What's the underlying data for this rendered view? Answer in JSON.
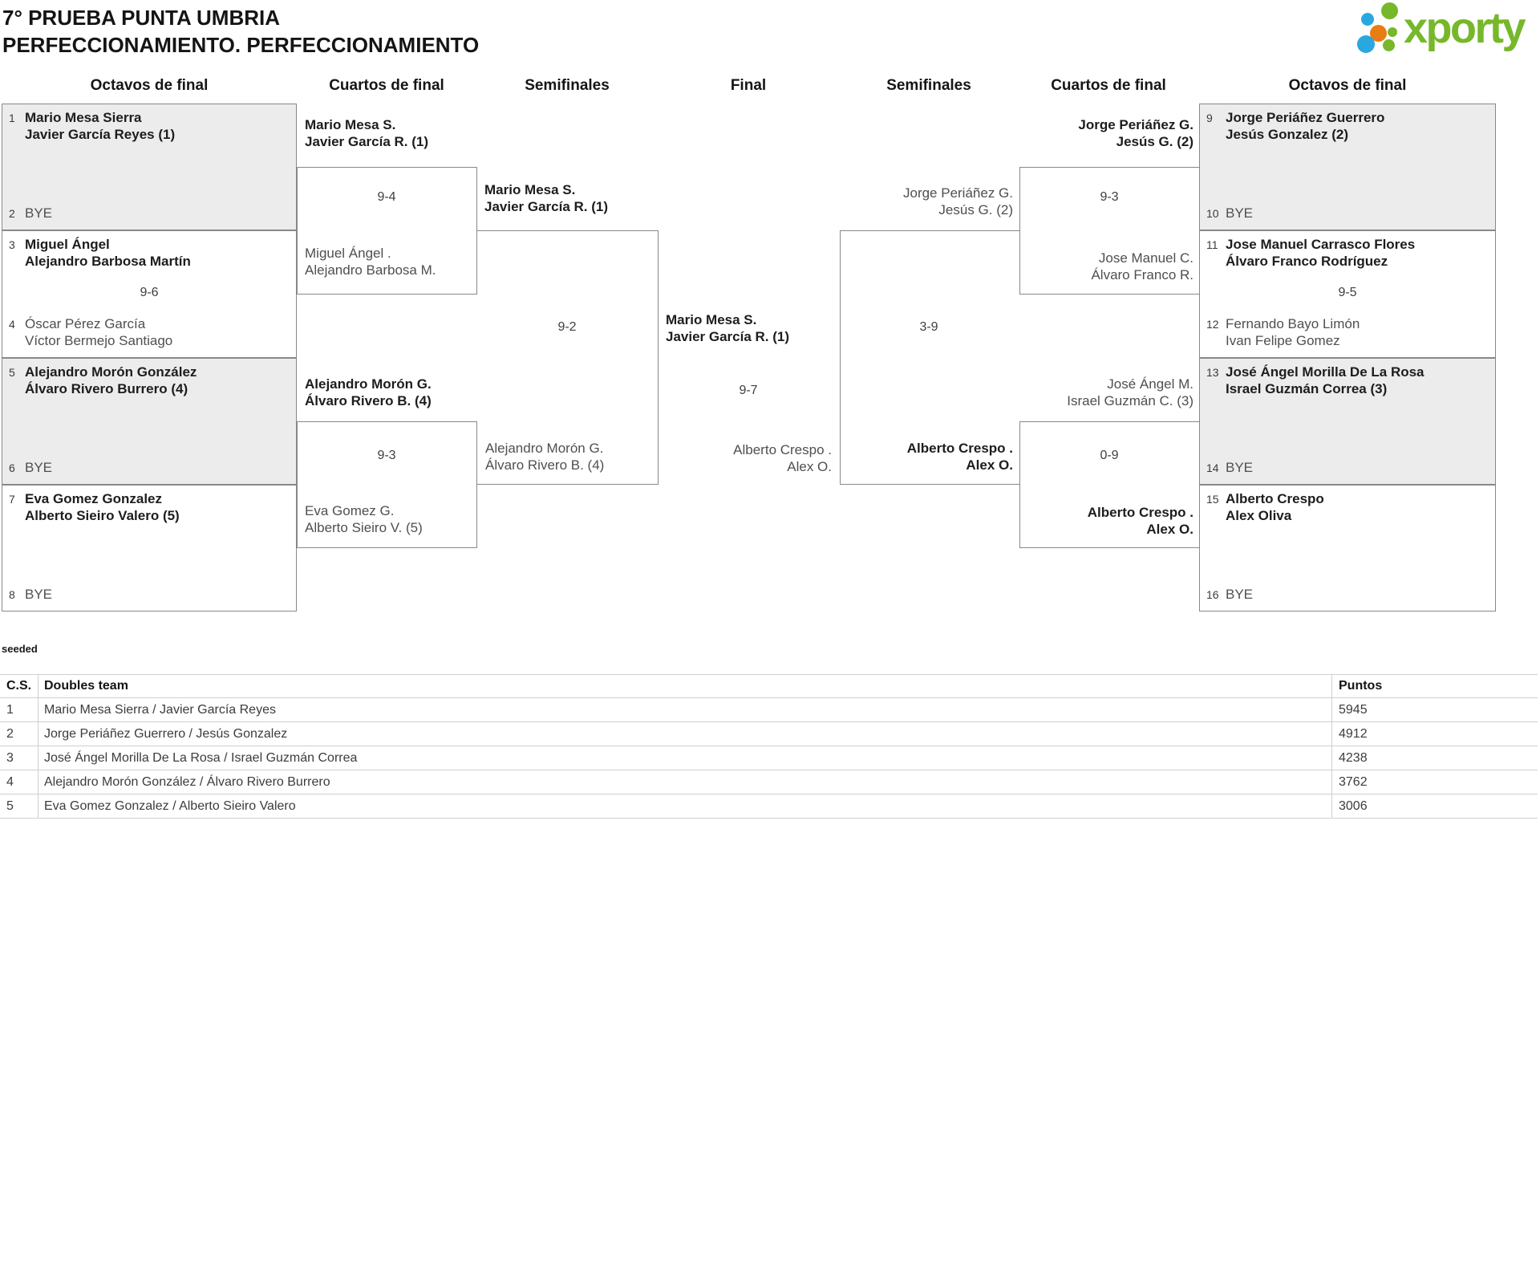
{
  "header": {
    "title_line1": "7° PRUEBA PUNTA UMBRIA",
    "title_line2": "PERFECCIONAMIENTO. PERFECCIONAMIENTO",
    "logo_text": "xporty"
  },
  "round_headers": [
    "Octavos de final",
    "Cuartos de final",
    "Semifinales",
    "Final",
    "Semifinales",
    "Cuartos de final",
    "Octavos de final"
  ],
  "slots": {
    "p1": {
      "num": "1",
      "l1": "Mario Mesa Sierra",
      "l2": "Javier García Reyes (1)"
    },
    "p2": {
      "num": "2",
      "l1": "BYE",
      "l2": ""
    },
    "p3": {
      "num": "3",
      "l1": "Miguel Ángel",
      "l2": "Alejandro Barbosa Martín"
    },
    "p4": {
      "num": "4",
      "l1": "Óscar Pérez García",
      "l2": "Víctor Bermejo Santiago"
    },
    "p5": {
      "num": "5",
      "l1": "Alejandro Morón González",
      "l2": "Álvaro Rivero Burrero (4)"
    },
    "p6": {
      "num": "6",
      "l1": "BYE",
      "l2": ""
    },
    "p7": {
      "num": "7",
      "l1": "Eva Gomez Gonzalez",
      "l2": "Alberto Sieiro Valero (5)"
    },
    "p8": {
      "num": "8",
      "l1": "BYE",
      "l2": ""
    },
    "p9": {
      "num": "9",
      "l1": "Jorge Periáñez Guerrero",
      "l2": "Jesús Gonzalez (2)"
    },
    "p10": {
      "num": "10",
      "l1": "BYE",
      "l2": ""
    },
    "p11": {
      "num": "11",
      "l1": "Jose Manuel Carrasco Flores",
      "l2": "Álvaro Franco Rodríguez"
    },
    "p12": {
      "num": "12",
      "l1": "Fernando Bayo Limón",
      "l2": "Ivan Felipe Gomez"
    },
    "p13": {
      "num": "13",
      "l1": "José Ángel Morilla De La Rosa",
      "l2": "Israel Guzmán Correa (3)"
    },
    "p14": {
      "num": "14",
      "l1": "BYE",
      "l2": ""
    },
    "p15": {
      "num": "15",
      "l1": "Alberto Crespo",
      "l2": "Alex Oliva"
    },
    "p16": {
      "num": "16",
      "l1": "BYE",
      "l2": ""
    }
  },
  "advancers": {
    "qf1_winner": {
      "l1": "Mario Mesa S.",
      "l2": "Javier García R. (1)"
    },
    "qf1_loser": {
      "l1": "Miguel Ángel .",
      "l2": "Alejandro Barbosa M."
    },
    "qf2_winner": {
      "l1": "Alejandro Morón G.",
      "l2": "Álvaro Rivero B. (4)"
    },
    "qf2_loser": {
      "l1": "Eva Gomez G.",
      "l2": "Alberto Sieiro V. (5)"
    },
    "sf1_winner": {
      "l1": "Mario Mesa S.",
      "l2": "Javier García R. (1)"
    },
    "sf1_loser": {
      "l1": "Alejandro Morón G.",
      "l2": "Álvaro Rivero B. (4)"
    },
    "champion": {
      "l1": "Mario Mesa S.",
      "l2": "Javier García R. (1)"
    },
    "final_runner_up": {
      "l1": "Alberto Crespo .",
      "l2": "Alex O."
    },
    "sf2_loser": {
      "l1": "Jorge Periáñez G.",
      "l2": "Jesús G. (2)"
    },
    "sf2_winner": {
      "l1": "Alberto Crespo .",
      "l2": "Alex O."
    },
    "qf3_winner": {
      "l1": "Jorge Periáñez G.",
      "l2": "Jesús G. (2)"
    },
    "qf3_loser": {
      "l1": "Jose Manuel C.",
      "l2": "Álvaro Franco R."
    },
    "qf4_loser": {
      "l1": "José Ángel M.",
      "l2": "Israel Guzmán C. (3)"
    },
    "qf4_winner": {
      "l1": "Alberto Crespo .",
      "l2": "Alex O."
    }
  },
  "scores": {
    "r16_match2": "9-6",
    "r16_match6": "9-5",
    "qf1": "9-4",
    "qf2": "9-3",
    "qf3": "9-3",
    "qf4": "0-9",
    "sf1": "9-2",
    "sf2": "3-9",
    "final": "9-7"
  },
  "seeded": {
    "label": "seeded",
    "headers": {
      "cs": "C.S.",
      "team": "Doubles team",
      "points": "Puntos"
    },
    "rows": [
      {
        "cs": "1",
        "team": "Mario Mesa Sierra / Javier García Reyes",
        "points": "5945"
      },
      {
        "cs": "2",
        "team": "Jorge Periáñez Guerrero / Jesús Gonzalez",
        "points": "4912"
      },
      {
        "cs": "3",
        "team": "José Ángel Morilla De La Rosa / Israel Guzmán Correa",
        "points": "4238"
      },
      {
        "cs": "4",
        "team": "Alejandro Morón González / Álvaro Rivero Burrero",
        "points": "3762"
      },
      {
        "cs": "5",
        "team": "Eva Gomez Gonzalez / Alberto Sieiro Valero",
        "points": "3006"
      }
    ]
  },
  "colors": {
    "brand_green": "#76b82a",
    "brand_blue": "#29a8e0",
    "brand_orange": "#e87d12",
    "box_fill": "#ececec",
    "bracket_line": "#888888",
    "table_line": "#cfcfcf"
  }
}
